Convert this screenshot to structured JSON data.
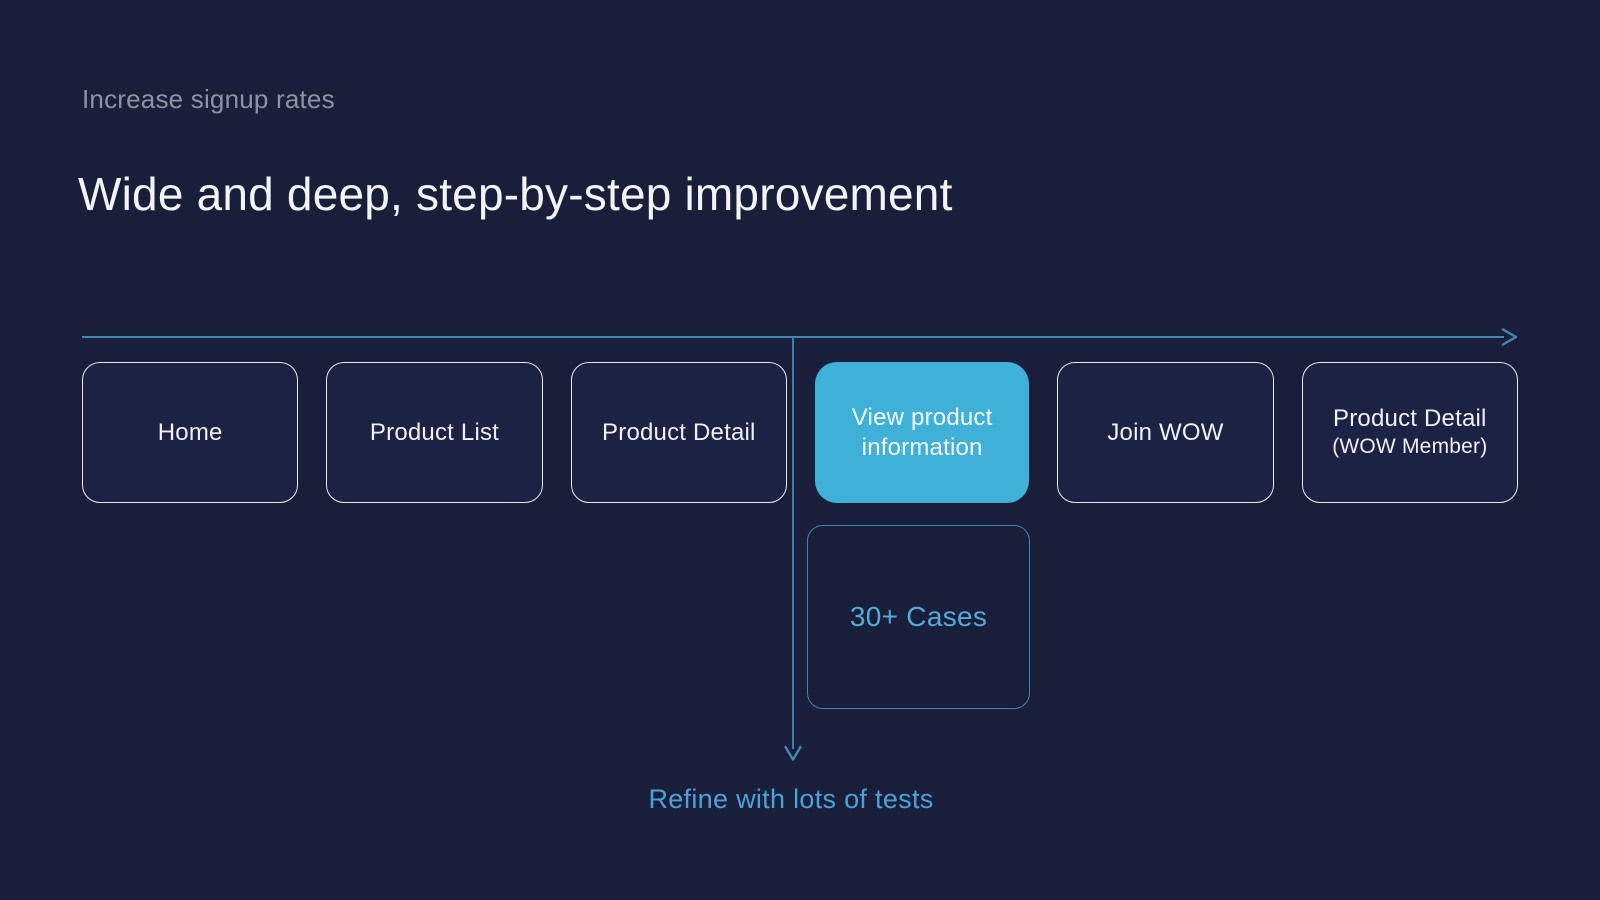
{
  "slide": {
    "eyebrow": "Increase signup rates",
    "title": "Wide and deep, step-by-step improvement"
  },
  "diagram": {
    "steps": [
      {
        "label": "Home",
        "highlighted": false
      },
      {
        "label": "Product List",
        "highlighted": false
      },
      {
        "label": "Product Detail",
        "highlighted": false
      },
      {
        "label": "View product information",
        "highlighted": true
      },
      {
        "label": "Join WOW",
        "highlighted": false
      },
      {
        "label": "Product Detail",
        "sublabel": "(WOW Member)",
        "highlighted": false
      }
    ],
    "callout_label": "30+ Cases",
    "depth_annotation": "Refine with lots of tests"
  },
  "colors": {
    "bg": "#191f3b",
    "box-fill": "#1c2243",
    "box-border": "#e9ebf0",
    "box-text": "#eef1f5",
    "accent": "#3fb0d8",
    "accent-text": "#f4fbfe",
    "line": "#4189b4",
    "cases-border": "#3e86b6",
    "cases-text": "#57a9da",
    "refine": "#4ba2d7",
    "title": "#f2f4f7",
    "eyebrow": "#8e93a3"
  }
}
